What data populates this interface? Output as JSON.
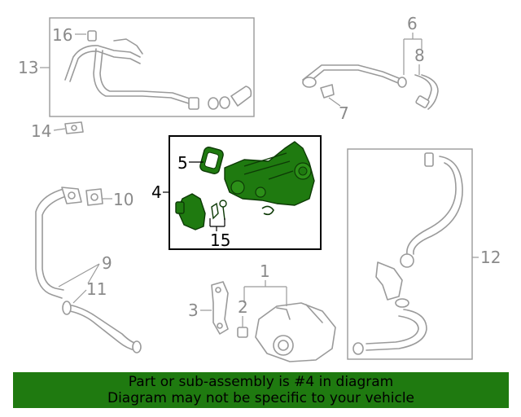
{
  "callouts": {
    "c1": "1",
    "c2": "2",
    "c3": "3",
    "c4": "4",
    "c5": "5",
    "c6": "6",
    "c7": "7",
    "c8": "8",
    "c9": "9",
    "c10": "10",
    "c11": "11",
    "c12": "12",
    "c13": "13",
    "c14": "14",
    "c15": "15",
    "c16": "16"
  },
  "highlighted_part": "4",
  "colors": {
    "highlight": "#1f7a10",
    "line_art": "#9a9a9a",
    "active_box": "#000000"
  },
  "banner": {
    "line1": "Part or sub-assembly is #4 in diagram",
    "line2": "Diagram may not be specific to your vehicle"
  }
}
